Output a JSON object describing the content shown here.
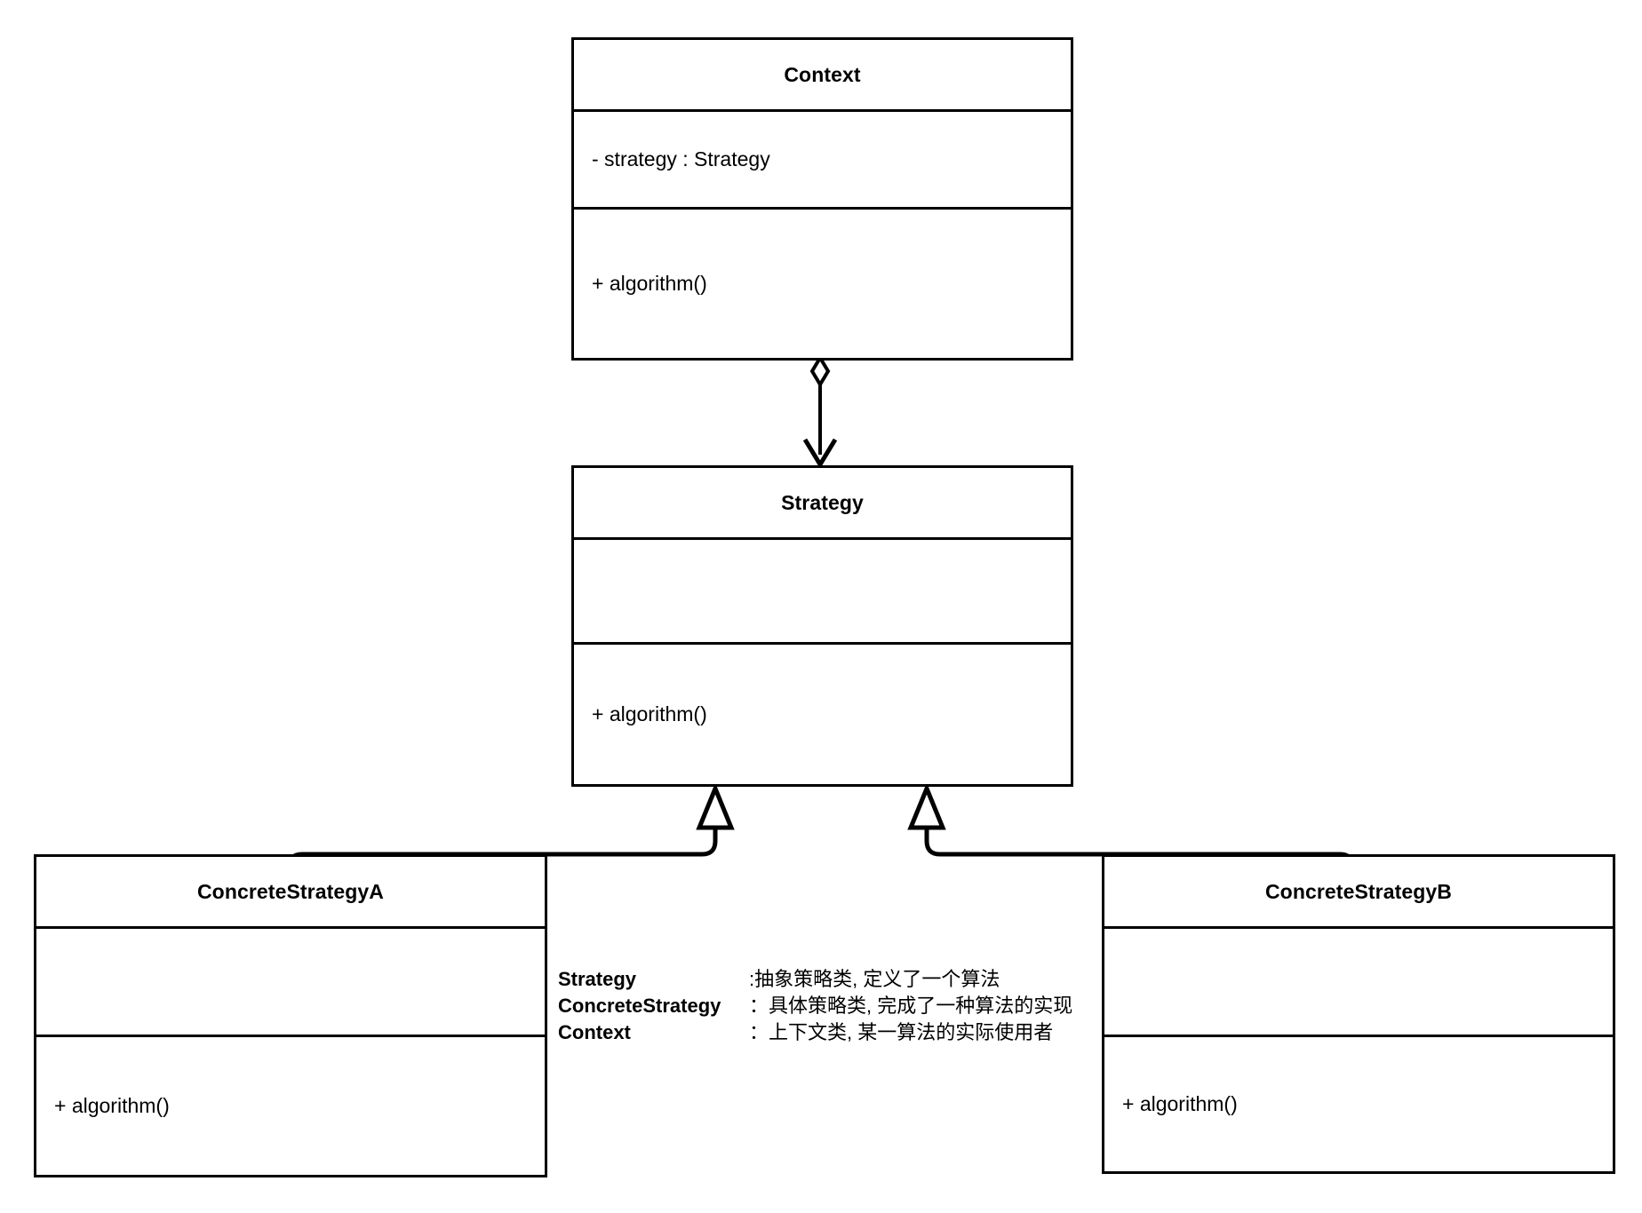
{
  "diagram": {
    "kind": "uml-class-diagram",
    "pattern_name": "Strategy",
    "stroke_color": "#000000",
    "fill_color": "#ffffff",
    "background": "#ffffff"
  },
  "classes": {
    "context": {
      "name": "Context",
      "attributes": [
        "- strategy : Strategy"
      ],
      "methods": [
        "+ algorithm()"
      ]
    },
    "strategy": {
      "name": "Strategy",
      "attributes": [],
      "methods": [
        "+ algorithm()"
      ]
    },
    "concrete_a": {
      "name": "ConcreteStrategyA",
      "attributes": [],
      "methods": [
        "+ algorithm()"
      ]
    },
    "concrete_b": {
      "name": "ConcreteStrategyB",
      "attributes": [],
      "methods": [
        "+ algorithm()"
      ]
    }
  },
  "relationships": [
    {
      "id": "context-to-strategy",
      "type": "aggregation",
      "from": "Context",
      "to": "Strategy",
      "source_decoration": "hollow-diamond",
      "target_decoration": "open-arrow"
    },
    {
      "id": "concrete-a-to-strategy",
      "type": "generalization",
      "from": "ConcreteStrategyA",
      "to": "Strategy",
      "target_decoration": "hollow-triangle"
    },
    {
      "id": "concrete-b-to-strategy",
      "type": "generalization",
      "from": "ConcreteStrategyB",
      "to": "Strategy",
      "target_decoration": "hollow-triangle"
    }
  ],
  "legend": {
    "rows": [
      {
        "term": "Strategy",
        "description": ":抽象策略类, 定义了一个算法"
      },
      {
        "term": "ConcreteStrategy",
        "description": "：具体策略类, 完成了一种算法的实现"
      },
      {
        "term": "Context",
        "description": "：上下文类, 某一算法的实际使用者"
      }
    ]
  }
}
